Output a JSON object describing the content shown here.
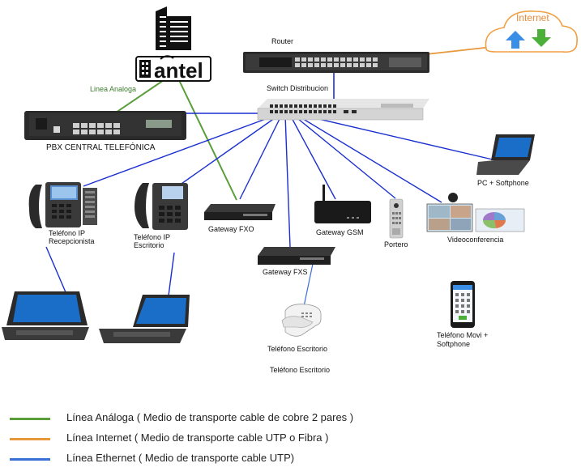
{
  "labels": {
    "router": "Router",
    "switch": "Switch Distribucion",
    "internet": "Internet",
    "linea_analoga": "Linea Analoga",
    "pbx": "PBX CENTRAL TELEFÓNICA",
    "telefono_ip_recep_1": "Teléfono IP",
    "telefono_ip_recep_2": "Recepcionista",
    "telefono_ip_esc_1": "Teléfono IP",
    "telefono_ip_esc_2": "Escritorio",
    "gateway_fxo": "Gateway FXO",
    "gateway_gsm": "Gateway GSM",
    "portero": "Portero",
    "videoconferencia": "Videoconferencia",
    "pc_softphone": "PC + Softphone",
    "gateway_fxs": "Gateway FXS",
    "telefono_escritorio_1": "Teléfono Escritorio",
    "telefono_escritorio_2": "Teléfono Escritorio",
    "telefono_movil_1": "Teléfono Movi +",
    "telefono_movil_2": "Softphone",
    "antel_logo": "antel"
  },
  "legend": [
    {
      "text": "Línea Análoga ( Medio de transporte cable de cobre 2 pares )",
      "color": "#5a9e3a"
    },
    {
      "text": "Línea Internet ( Medio de transporte cable UTP o Fibra )",
      "color": "#e8973a"
    },
    {
      "text": "Línea Ethernet ( Medio de transporte cable UTP)",
      "color": "#3a6fd8"
    }
  ],
  "colors": {
    "analog": "#5a9e3a",
    "internet": "#e8973a",
    "ethernet": "#1a2fd0",
    "cloud_stroke": "#f0a040",
    "arrow_up": "#3a8ee6",
    "arrow_down": "#4caf3a"
  }
}
